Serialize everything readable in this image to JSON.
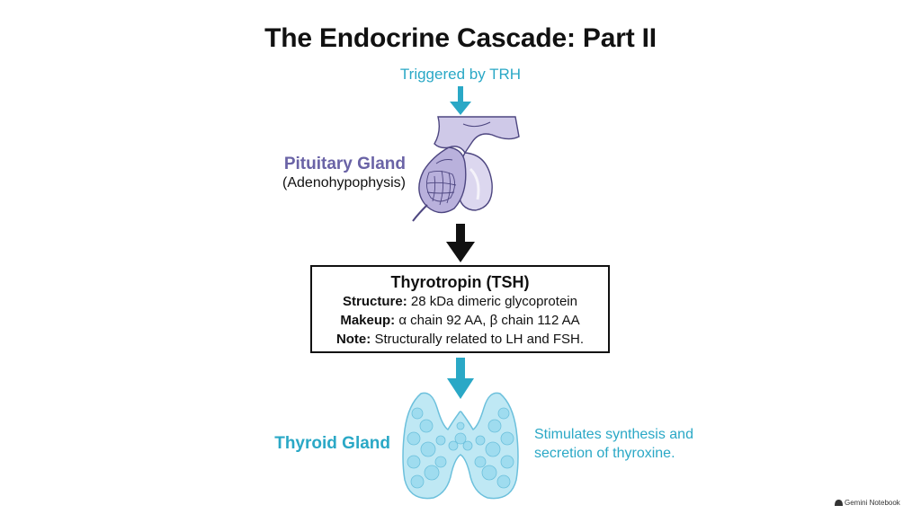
{
  "title": "The Endocrine Cascade: Part II",
  "trigger": "Triggered by TRH",
  "pituitary": {
    "name": "Pituitary Gland",
    "subtitle": "(Adenohypophysis)"
  },
  "tsh": {
    "title": "Thyrotropin (TSH)",
    "structure_label": "Structure:",
    "structure_value": "28 kDa dimeric glycoprotein",
    "makeup_label": "Makeup:",
    "makeup_value": "α chain 92 AA, β chain 112 AA",
    "note_label": "Note:",
    "note_value": "Structurally related to LH and FSH."
  },
  "thyroid": {
    "name": "Thyroid Gland",
    "description_line1": "Stimulates synthesis and",
    "description_line2": "secretion of thyroxine."
  },
  "watermark": "Gemini Notebook",
  "colors": {
    "accent_cyan": "#2aa8c6",
    "pituitary_purple": "#6a63a6",
    "pituitary_fill": "#cfc9e8",
    "thyroid_fill": "#bfe8f4",
    "text_dark": "#111111"
  },
  "icons": [
    "arrow-down-cyan",
    "arrow-down-black",
    "pituitary-illustration",
    "thyroid-illustration",
    "gemini-logo-icon"
  ]
}
